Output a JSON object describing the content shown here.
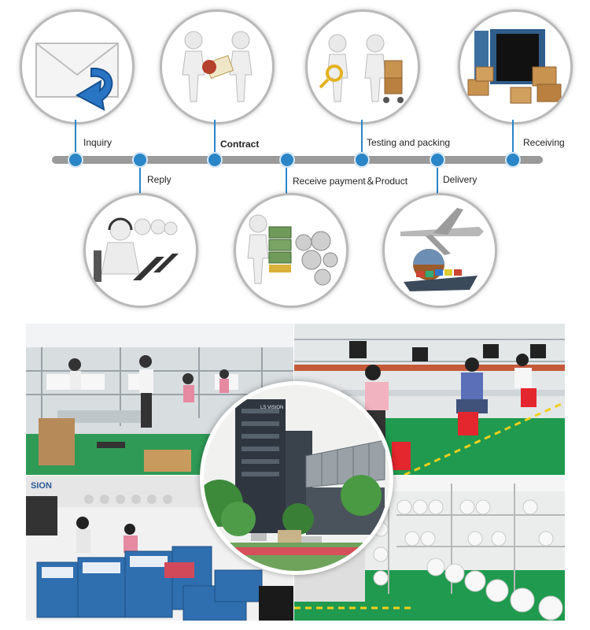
{
  "timeline": {
    "steps": [
      {
        "label": "Inquiry",
        "icon": "envelope-icon"
      },
      {
        "label": "Reply",
        "icon": "call-center-icon"
      },
      {
        "label": "Contract",
        "icon": "handshake-contract-icon"
      },
      {
        "label": "Receive payment＆Product",
        "icon": "money-gears-icon"
      },
      {
        "label": "Testing and packing",
        "icon": "inspection-packing-icon"
      },
      {
        "label": "Delivery",
        "icon": "airplane-ship-globe-icon"
      },
      {
        "label": "Receiving",
        "icon": "container-boxes-icon"
      }
    ]
  },
  "factory": {
    "photos": [
      {
        "name": "assembly-line-photo"
      },
      {
        "name": "testing-line-photo"
      },
      {
        "name": "packing-room-photo"
      },
      {
        "name": "camera-rack-photo"
      },
      {
        "name": "factory-building-photo"
      }
    ],
    "signs": {
      "brand": "SION",
      "building": "LS VISION"
    }
  },
  "colors": {
    "accent": "#2a86c6",
    "bar": "#9a9a9a",
    "floor": "#1f9a4e"
  }
}
